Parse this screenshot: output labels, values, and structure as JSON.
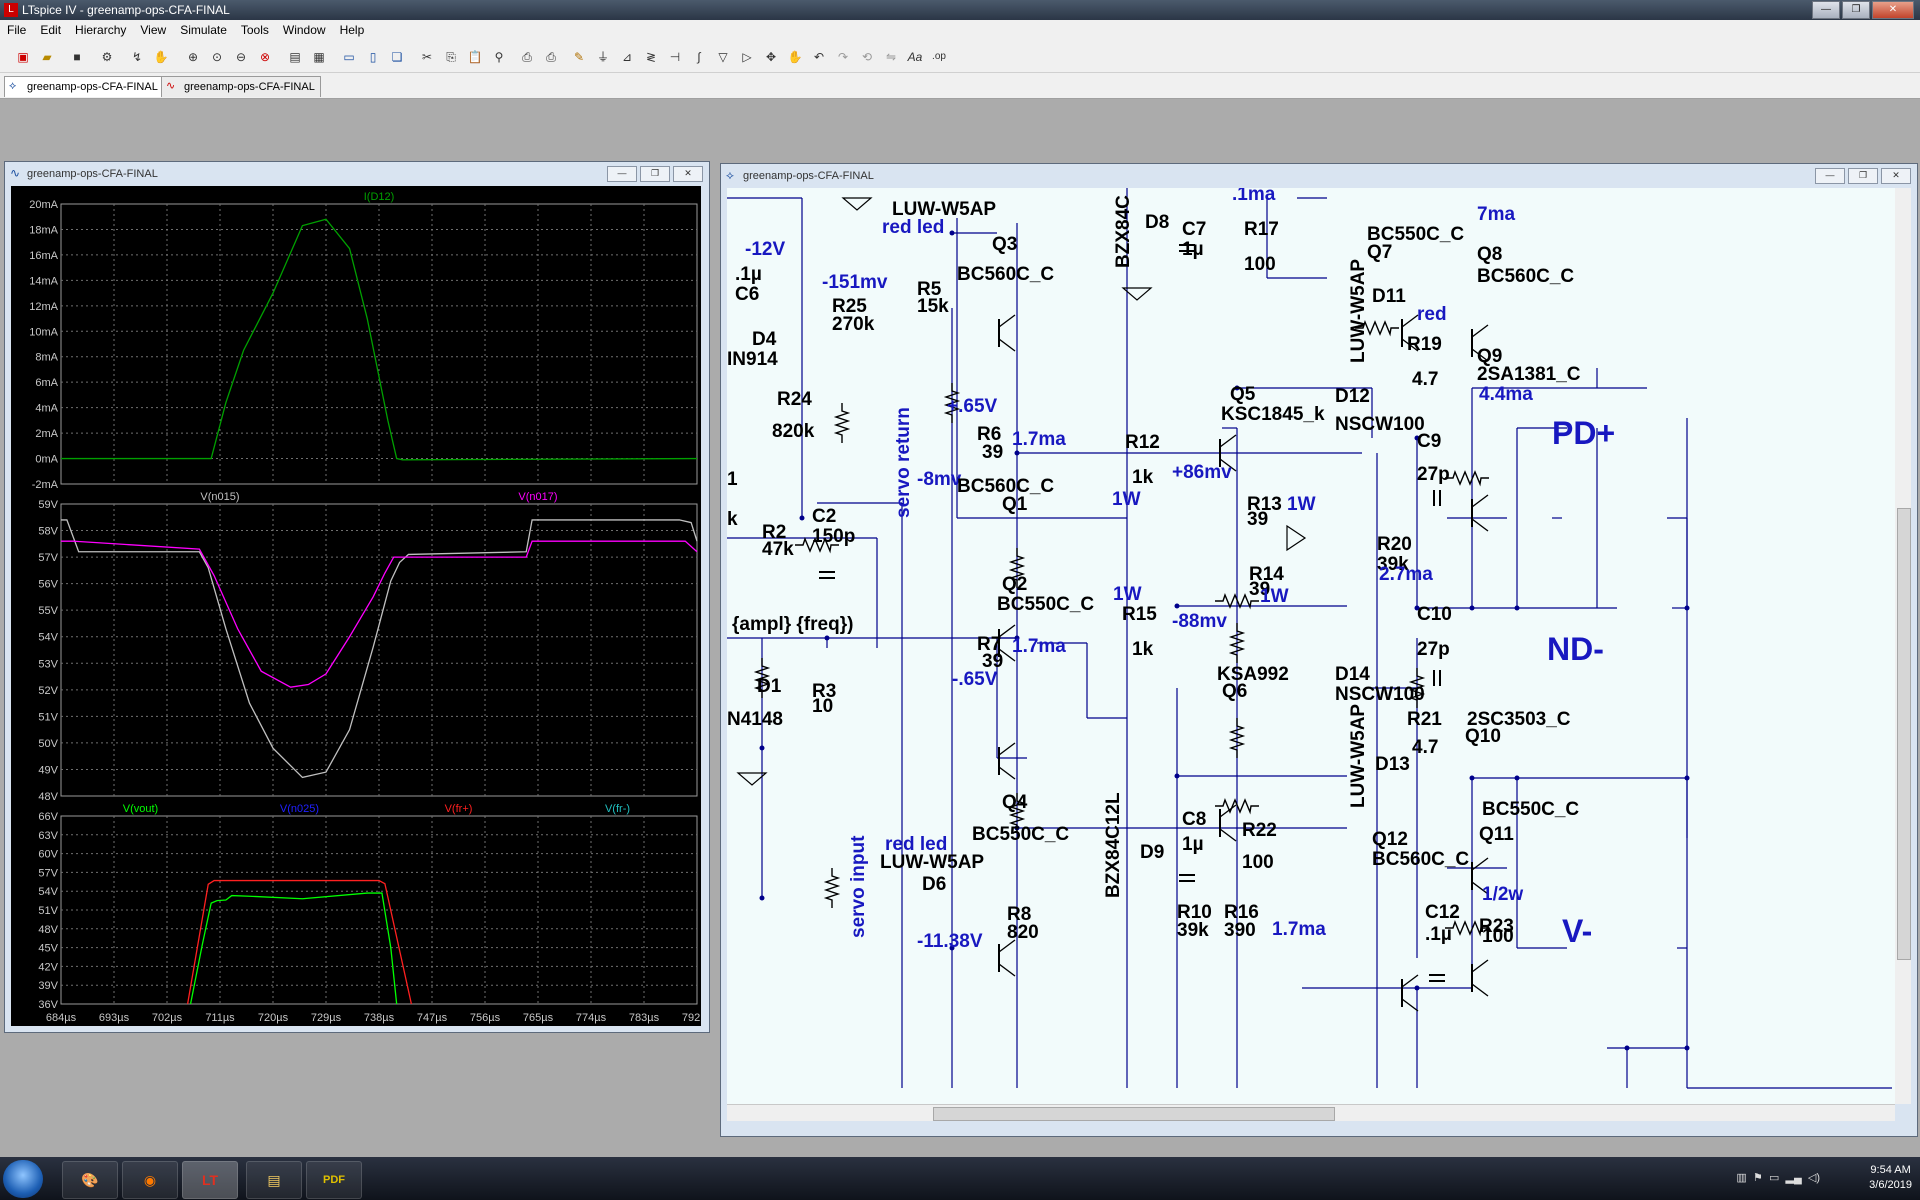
{
  "app": {
    "title": "LTspice IV - greenamp-ops-CFA-FINAL",
    "window_buttons": [
      "—",
      "❐",
      "✕"
    ]
  },
  "menu": [
    "File",
    "Edit",
    "Hierarchy",
    "View",
    "Simulate",
    "Tools",
    "Window",
    "Help"
  ],
  "tabs": [
    {
      "label": "greenamp-ops-CFA-FINAL",
      "icon": "schematic-icon"
    },
    {
      "label": "greenamp-ops-CFA-FINAL",
      "icon": "waveform-icon"
    }
  ],
  "plot_window": {
    "title": "greenamp-ops-CFA-FINAL",
    "panes": [
      {
        "traces": [
          {
            "name": "I(D12)",
            "color": "#00a000"
          }
        ],
        "yticks": [
          "20mA",
          "18mA",
          "16mA",
          "14mA",
          "12mA",
          "10mA",
          "8mA",
          "6mA",
          "4mA",
          "2mA",
          "0mA",
          "-2mA"
        ]
      },
      {
        "traces": [
          {
            "name": "V(n015)",
            "color": "#c0c0c0"
          },
          {
            "name": "V(n017)",
            "color": "#ff00ff"
          }
        ],
        "yticks": [
          "59V",
          "58V",
          "57V",
          "56V",
          "55V",
          "54V",
          "53V",
          "52V",
          "51V",
          "50V",
          "49V",
          "48V"
        ]
      },
      {
        "traces": [
          {
            "name": "V(vout)",
            "color": "#00ff00"
          },
          {
            "name": "V(n025)",
            "color": "#2020ff"
          },
          {
            "name": "V(fr+)",
            "color": "#ff2020"
          },
          {
            "name": "V(fr-)",
            "color": "#20c0c0"
          }
        ],
        "yticks": [
          "66V",
          "63V",
          "60V",
          "57V",
          "54V",
          "51V",
          "48V",
          "45V",
          "42V",
          "39V",
          "36V"
        ]
      }
    ],
    "xticks": [
      "684µs",
      "693µs",
      "702µs",
      "711µs",
      "720µs",
      "729µs",
      "738µs",
      "747µs",
      "756µs",
      "765µs",
      "774µs",
      "783µs",
      "792µs"
    ]
  },
  "chart_data": [
    {
      "type": "line",
      "series": [
        {
          "name": "I(D12)",
          "x": [
            684,
            695,
            709.5,
            712,
            715,
            720,
            725,
            729,
            733,
            736,
            739.5,
            741,
            742,
            792
          ],
          "y": [
            0,
            0,
            0,
            4.4,
            8.5,
            13,
            18.3,
            18.8,
            16.5,
            11,
            3,
            0,
            -0.1,
            0
          ]
        }
      ],
      "ylim": [
        -2,
        20
      ]
    },
    {
      "type": "line",
      "series": [
        {
          "name": "V(n015)",
          "x": [
            684,
            685,
            687,
            707.5,
            709,
            712,
            716,
            720,
            725,
            729,
            733,
            737,
            740,
            741.5,
            743,
            763,
            764,
            789,
            791,
            792
          ],
          "y": [
            58.4,
            58.4,
            57.2,
            57.2,
            56.6,
            54.3,
            51.5,
            49.8,
            48.7,
            48.9,
            50.5,
            53.6,
            56.1,
            56.8,
            57.1,
            57.2,
            58.4,
            58.4,
            58.3,
            57.6
          ]
        },
        {
          "name": "V(n017)",
          "x": [
            684,
            686,
            707.5,
            710,
            714,
            718,
            723,
            726,
            729,
            733,
            737,
            739,
            740.5,
            763,
            764,
            790,
            792
          ],
          "y": [
            57.6,
            57.6,
            57.3,
            56.3,
            54.3,
            52.7,
            52.1,
            52.2,
            52.6,
            54.0,
            55.5,
            56.4,
            57.0,
            57.0,
            57.6,
            57.6,
            57.2
          ]
        }
      ],
      "ylim": [
        48,
        59
      ]
    },
    {
      "type": "line",
      "series": [
        {
          "name": "V(vout)",
          "x": [
            706,
            708,
            709.5,
            710.5,
            712,
            713,
            716,
            725,
            736,
            738.5,
            740,
            741
          ],
          "y": [
            36,
            45.5,
            52.1,
            52.5,
            52.6,
            53.3,
            53.2,
            52.8,
            53.7,
            53.7,
            45,
            36
          ]
        },
        {
          "name": "V(fr+)",
          "x": [
            705.5,
            709,
            710,
            738,
            739,
            743.5
          ],
          "y": [
            36,
            55.1,
            55.7,
            55.7,
            55.2,
            36
          ]
        }
      ],
      "ylim": [
        36,
        66
      ]
    }
  ],
  "schematic_window": {
    "title": "greenamp-ops-CFA-FINAL",
    "labels": [
      {
        "t": "LUW-W5AP",
        "c": "black"
      },
      {
        "t": "red led",
        "c": "blue"
      },
      {
        "t": "Q3",
        "c": "black"
      },
      {
        "t": "BC560C_C",
        "c": "black"
      },
      {
        "t": "-12V",
        "c": "blue"
      },
      {
        "t": ".1µ",
        "c": "black"
      },
      {
        "t": "C6",
        "c": "black"
      },
      {
        "t": "-151mv",
        "c": "blue"
      },
      {
        "t": "R25",
        "c": "black"
      },
      {
        "t": "270k",
        "c": "black"
      },
      {
        "t": "R5",
        "c": "black"
      },
      {
        "t": "15k",
        "c": "black"
      },
      {
        "t": "D4",
        "c": "black"
      },
      {
        "t": "IN914",
        "c": "black"
      },
      {
        "t": "servo return",
        "c": "blue"
      },
      {
        "t": "R24",
        "c": "black"
      },
      {
        "t": "820k",
        "c": "black"
      },
      {
        "t": "+.65V",
        "c": "blue"
      },
      {
        "t": "R6",
        "c": "black"
      },
      {
        "t": "39",
        "c": "black"
      },
      {
        "t": "1.7ma",
        "c": "blue"
      },
      {
        "t": "-8mv",
        "c": "blue"
      },
      {
        "t": "BC560C_C",
        "c": "black"
      },
      {
        "t": "Q1",
        "c": "black"
      },
      {
        "t": "R2",
        "c": "black"
      },
      {
        "t": "47k",
        "c": "black"
      },
      {
        "t": "C2",
        "c": "black"
      },
      {
        "t": "150p",
        "c": "black"
      },
      {
        "t": "Q2",
        "c": "black"
      },
      {
        "t": "BC550C_C",
        "c": "black"
      },
      {
        "t": "{ampl} {freq})",
        "c": "black"
      },
      {
        "t": "R7",
        "c": "black"
      },
      {
        "t": "39",
        "c": "black"
      },
      {
        "t": "1.7ma",
        "c": "blue"
      },
      {
        "t": "-.65V",
        "c": "blue"
      },
      {
        "t": "D1",
        "c": "black"
      },
      {
        "t": "R3",
        "c": "black"
      },
      {
        "t": "10",
        "c": "black"
      },
      {
        "t": "N4148",
        "c": "black"
      },
      {
        "t": "Q4",
        "c": "black"
      },
      {
        "t": "BC550C_C",
        "c": "black"
      },
      {
        "t": "red led",
        "c": "blue"
      },
      {
        "t": "LUW-W5AP",
        "c": "black"
      },
      {
        "t": "D6",
        "c": "black"
      },
      {
        "t": "servo input",
        "c": "blue"
      },
      {
        "t": "-11.38V",
        "c": "blue"
      },
      {
        "t": "R8",
        "c": "black"
      },
      {
        "t": "820",
        "c": "black"
      },
      {
        "t": "BZX84C",
        "c": "black"
      },
      {
        "t": "D8",
        "c": "black"
      },
      {
        "t": "C7",
        "c": "black"
      },
      {
        "t": "1µ",
        "c": "black"
      },
      {
        "t": "R17",
        "c": "black"
      },
      {
        "t": "100",
        "c": "black"
      },
      {
        "t": "Q5",
        "c": "black"
      },
      {
        "t": "KSC1845_k",
        "c": "black"
      },
      {
        "t": "R12",
        "c": "black"
      },
      {
        "t": "1k",
        "c": "black"
      },
      {
        "t": "+86mv",
        "c": "blue"
      },
      {
        "t": "1W",
        "c": "blue"
      },
      {
        "t": "R13",
        "c": "black"
      },
      {
        "t": "39",
        "c": "black"
      },
      {
        "t": "1W",
        "c": "blue"
      },
      {
        "t": "R14",
        "c": "black"
      },
      {
        "t": "39",
        "c": "black"
      },
      {
        "t": "1W",
        "c": "blue"
      },
      {
        "t": "1W",
        "c": "blue"
      },
      {
        "t": "R15",
        "c": "black"
      },
      {
        "t": "1k",
        "c": "black"
      },
      {
        "t": "-88mv",
        "c": "blue"
      },
      {
        "t": "KSA992",
        "c": "black"
      },
      {
        "t": "Q6",
        "c": "black"
      },
      {
        "t": "BZX84C12L",
        "c": "black"
      },
      {
        "t": "C8",
        "c": "black"
      },
      {
        "t": "1µ",
        "c": "black"
      },
      {
        "t": "D9",
        "c": "black"
      },
      {
        "t": "R22",
        "c": "black"
      },
      {
        "t": "100",
        "c": "black"
      },
      {
        "t": "R10",
        "c": "black"
      },
      {
        "t": "39k",
        "c": "black"
      },
      {
        "t": "R16",
        "c": "black"
      },
      {
        "t": "390",
        "c": "black"
      },
      {
        "t": "1.7ma",
        "c": "blue"
      },
      {
        "t": "7ma",
        "c": "blue"
      },
      {
        "t": "BC550C_C",
        "c": "black"
      },
      {
        "t": "Q7",
        "c": "black"
      },
      {
        "t": "Q8",
        "c": "black"
      },
      {
        "t": "BC560C_C",
        "c": "black"
      },
      {
        "t": "D11",
        "c": "black"
      },
      {
        "t": "red",
        "c": "blue"
      },
      {
        "t": "LUW-W5AP",
        "c": "black"
      },
      {
        "t": "R19",
        "c": "black"
      },
      {
        "t": "4.7",
        "c": "black"
      },
      {
        "t": "Q9",
        "c": "black"
      },
      {
        "t": "2SA1381_C",
        "c": "black"
      },
      {
        "t": "4.4ma",
        "c": "blue"
      },
      {
        "t": "D12",
        "c": "black"
      },
      {
        "t": "NSCW100",
        "c": "black"
      },
      {
        "t": "C9",
        "c": "black"
      },
      {
        "t": "27p",
        "c": "black"
      },
      {
        "t": "PD+",
        "c": "blue"
      },
      {
        "t": "R20",
        "c": "black"
      },
      {
        "t": "39k",
        "c": "black"
      },
      {
        "t": "2.7ma",
        "c": "blue"
      },
      {
        "t": "C10",
        "c": "black"
      },
      {
        "t": "27p",
        "c": "black"
      },
      {
        "t": "ND-",
        "c": "blue"
      },
      {
        "t": "D14",
        "c": "black"
      },
      {
        "t": "NSCW100",
        "c": "black"
      },
      {
        "t": "R21",
        "c": "black"
      },
      {
        "t": "4.7",
        "c": "black"
      },
      {
        "t": "2SC3503_C",
        "c": "black"
      },
      {
        "t": "Q10",
        "c": "black"
      },
      {
        "t": "LUW-W5AP",
        "c": "black"
      },
      {
        "t": "D13",
        "c": "black"
      },
      {
        "t": "BC550C_C",
        "c": "black"
      },
      {
        "t": "Q12",
        "c": "black"
      },
      {
        "t": "BC560C_C",
        "c": "black"
      },
      {
        "t": "Q11",
        "c": "black"
      },
      {
        "t": "C12",
        "c": "black"
      },
      {
        "t": ".1µ",
        "c": "black"
      },
      {
        "t": "1/2w",
        "c": "blue"
      },
      {
        "t": "R23",
        "c": "black"
      },
      {
        "t": "100",
        "c": "black"
      },
      {
        "t": "V-",
        "c": "blue"
      },
      {
        "t": "1",
        "c": "black"
      },
      {
        "t": "k",
        "c": "black"
      },
      {
        "t": ".1ma",
        "c": "blue"
      }
    ]
  },
  "taskbar": {
    "apps": [
      "start-orb",
      "paint-icon",
      "firefox-icon",
      "ltspice-icon",
      "explorer-icon",
      "pdf-icon"
    ],
    "clock_time": "9:54 AM",
    "clock_date": "3/6/2019"
  }
}
